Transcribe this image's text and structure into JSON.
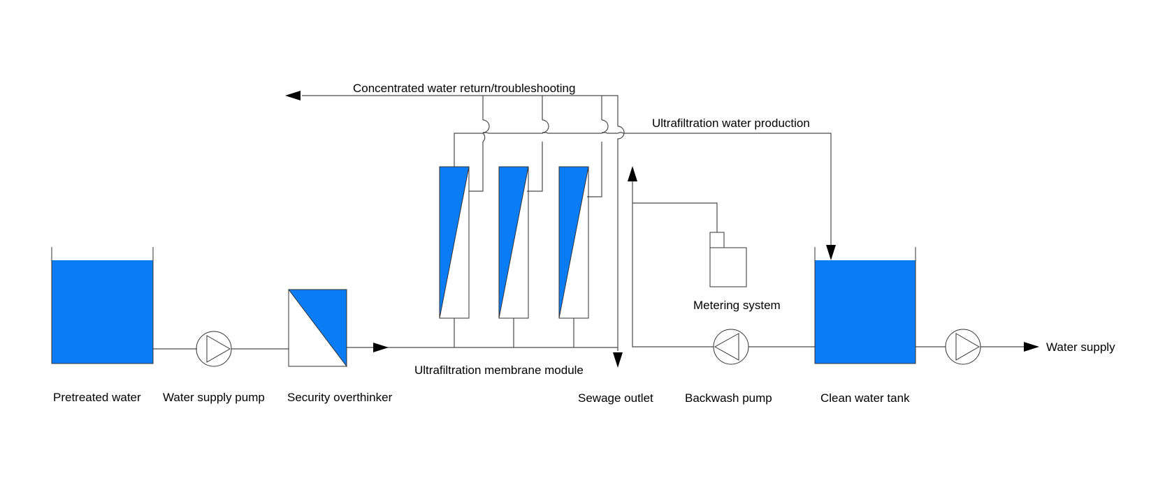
{
  "colors": {
    "fill": "#0a7cf5",
    "line": "#4a4a4a",
    "background": "#ffffff"
  },
  "labels": {
    "concentrate_return": "Concentrated water return/troubleshooting",
    "uf_production": "Ultrafiltration water production",
    "metering": "Metering system",
    "water_supply": "Water supply",
    "uf_module": "Ultrafiltration membrane module",
    "pretreated": "Pretreated water",
    "supply_pump": "Water supply pump",
    "overthinker": "Security overthinker",
    "sewage": "Sewage outlet",
    "backwash_pump": "Backwash pump",
    "clean_tank": "Clean water tank"
  }
}
